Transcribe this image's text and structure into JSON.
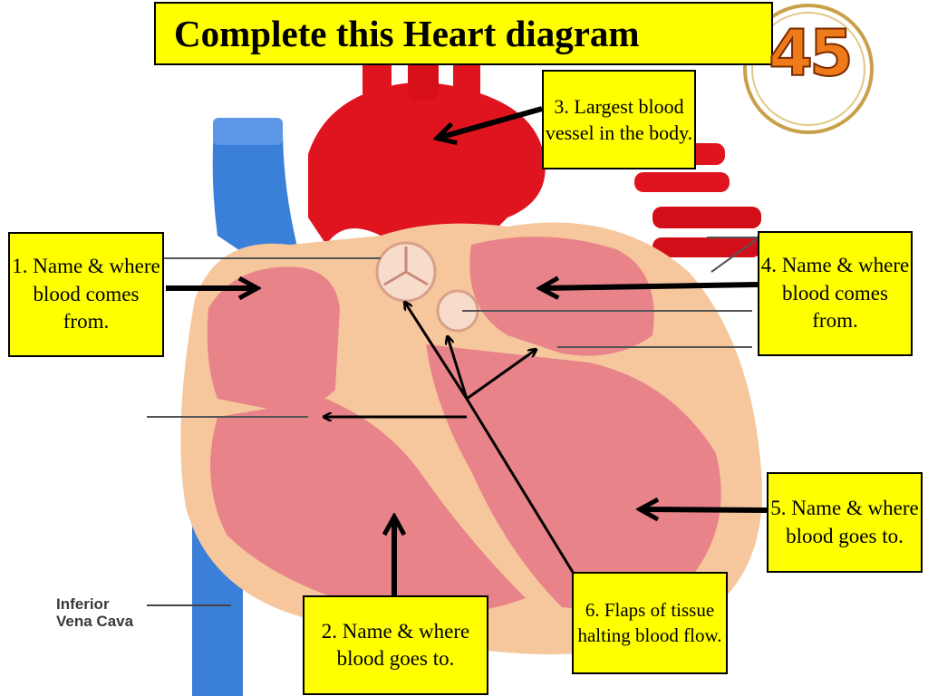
{
  "title": "Complete this Heart diagram",
  "badge": "45",
  "labels": {
    "box1": "1. Name & where blood comes from.",
    "box2": "2. Name & where blood goes to.",
    "box3": "3. Largest blood vessel in the body.",
    "box4": "4. Name & where blood comes from.",
    "box5": "5. Name & where blood goes to.",
    "box6": "6. Flaps of tissue halting blood flow."
  },
  "vessel_label": "Inferior Vena Cava",
  "colors": {
    "label_background": "#ffff00",
    "artery_red": "#e0141e",
    "vein_blue": "#3a7fd8",
    "muscle_pink": "#e9838a",
    "pericardium_tan": "#f6c79c",
    "badge_orange": "#ee7a1a"
  },
  "icons": {
    "badge": "number-badge-icon"
  }
}
